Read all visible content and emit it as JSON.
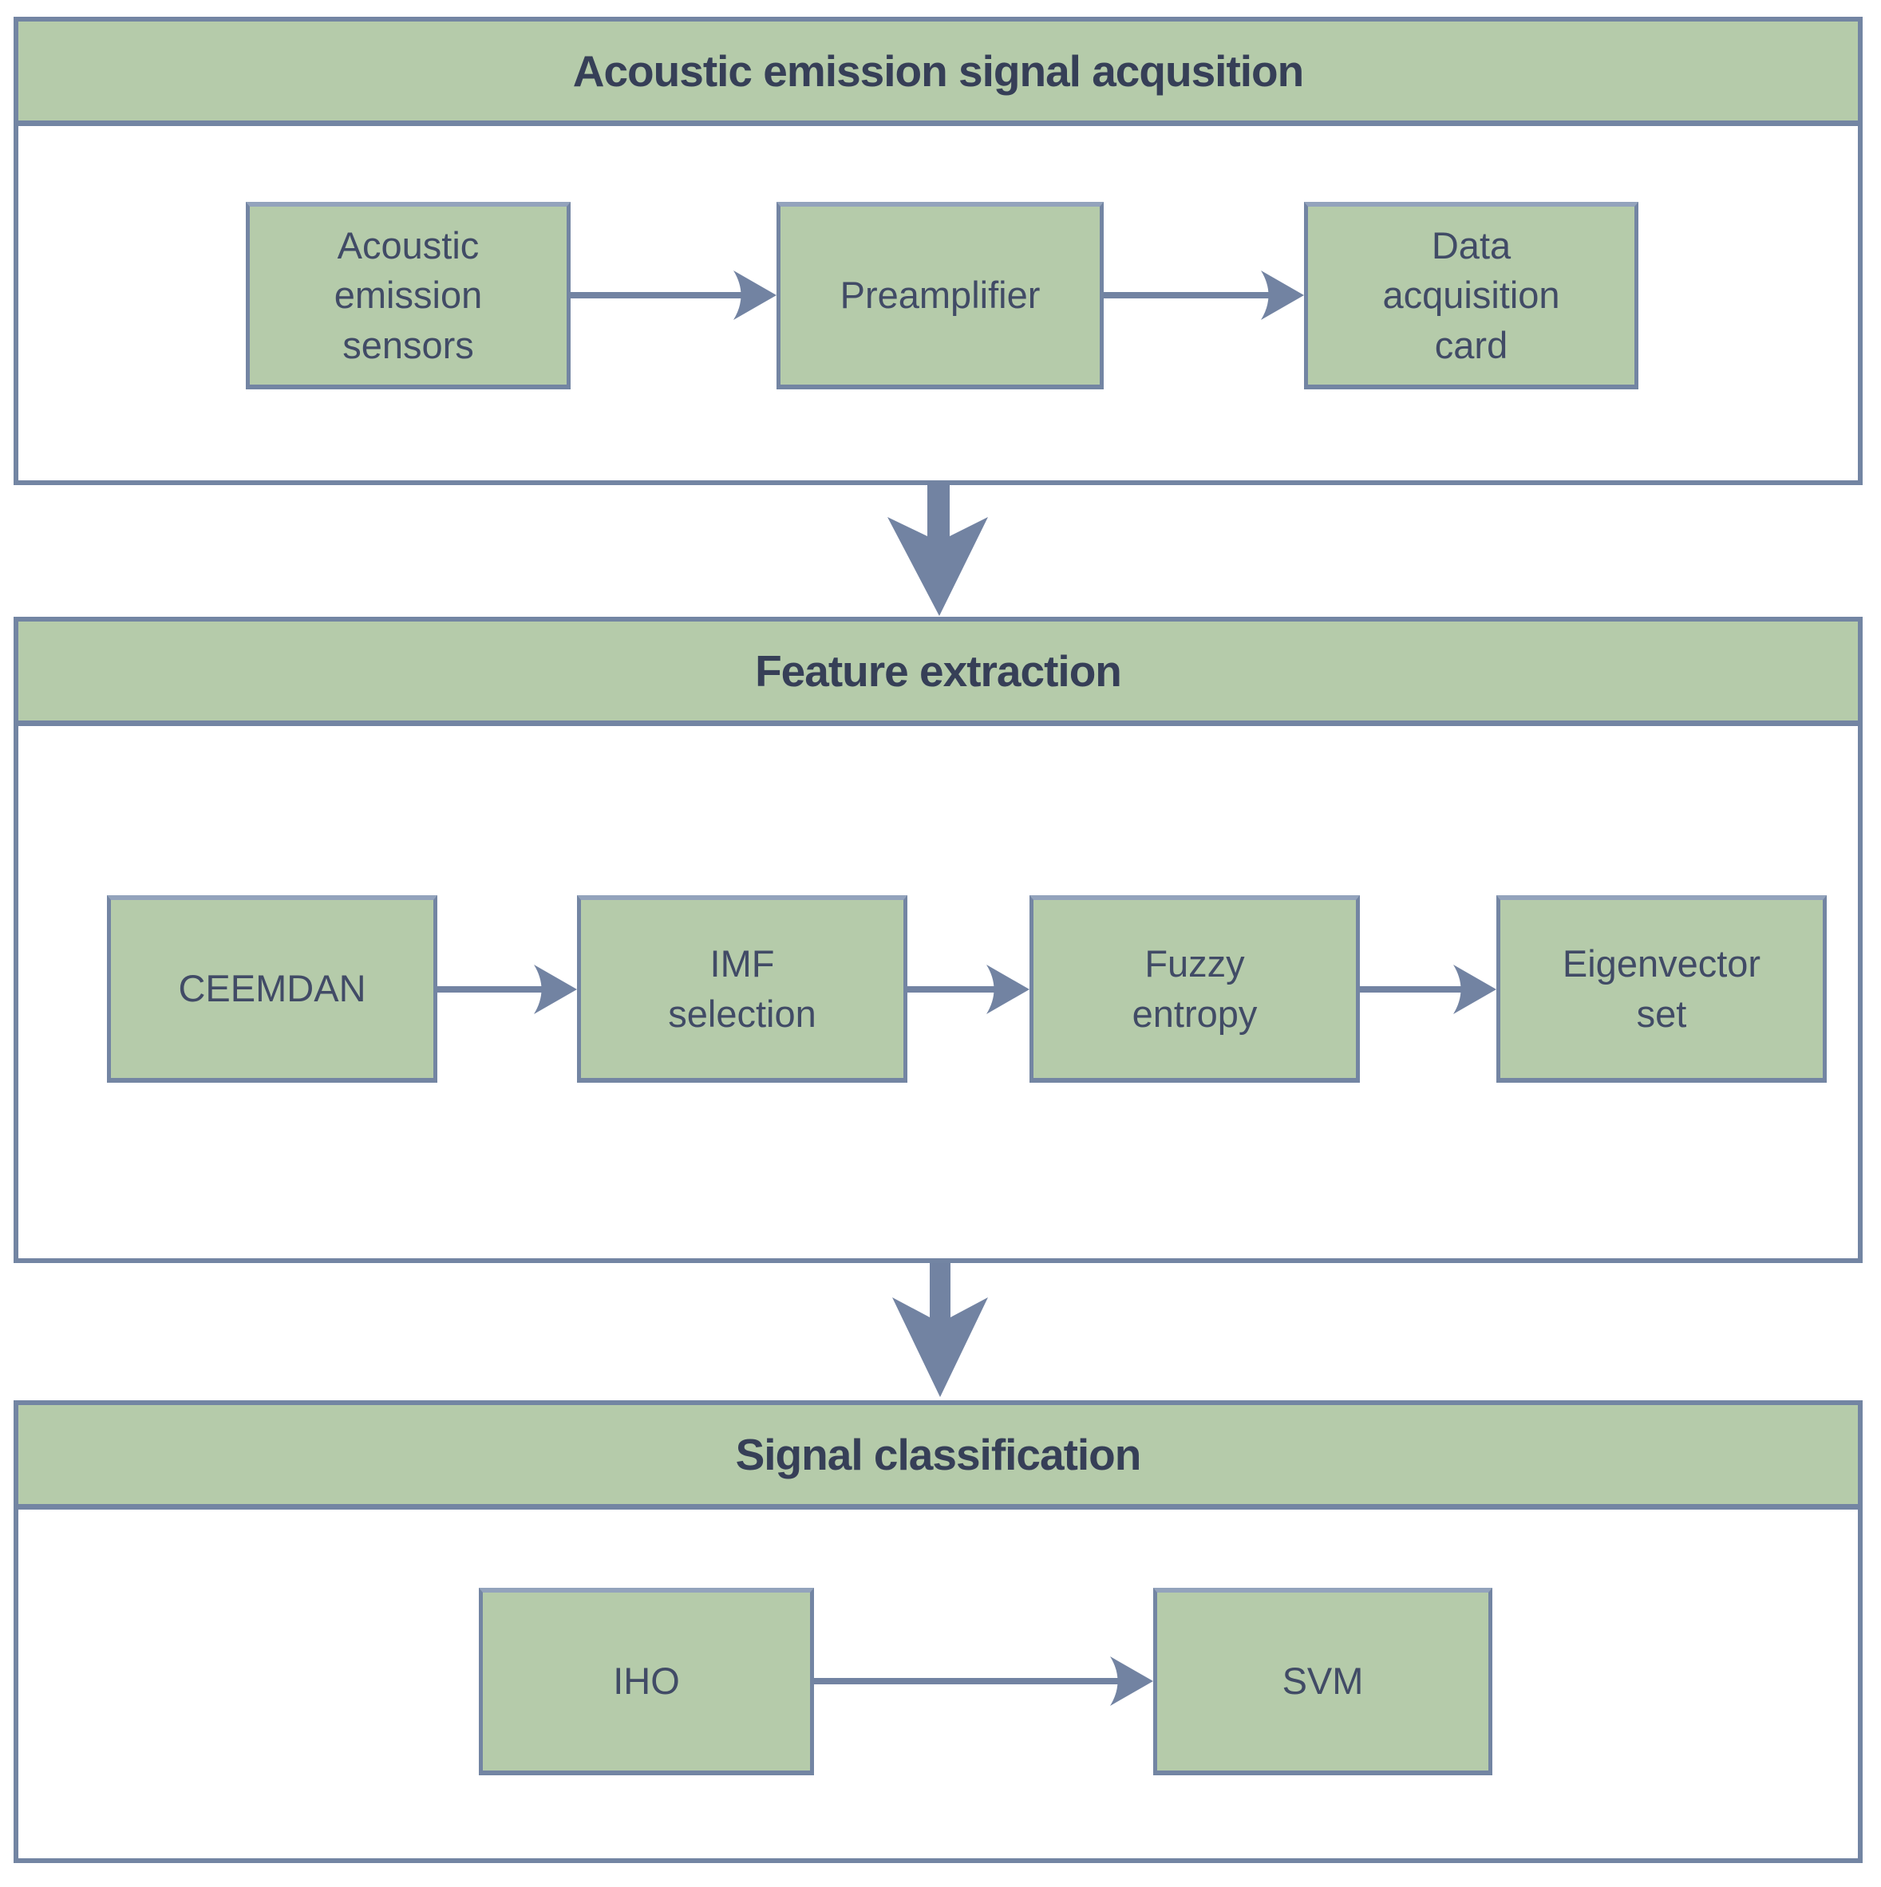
{
  "figure": {
    "type": "flowchart",
    "sections": [
      {
        "title": "Acoustic emission signal acqusition",
        "boxes": [
          {
            "label": "Acoustic\nemission\nsensors"
          },
          {
            "label": "Preamplifier"
          },
          {
            "label": "Data\nacquisition\ncard"
          }
        ]
      },
      {
        "title": "Feature extraction",
        "boxes": [
          {
            "label": "CEEMDAN"
          },
          {
            "label": "IMF\nselection"
          },
          {
            "label": "Fuzzy\nentropy"
          },
          {
            "label": "Eigenvector\nset"
          }
        ]
      },
      {
        "title": "Signal classification",
        "boxes": [
          {
            "label": "IHO"
          },
          {
            "label": "SVM"
          }
        ]
      }
    ],
    "flow": [
      "Acoustic emission sensors -> Preamplifier",
      "Preamplifier -> Data acquisition card",
      "Acoustic emission signal acqusition -> Feature extraction",
      "CEEMDAN -> IMF selection",
      "IMF selection -> Fuzzy entropy",
      "Fuzzy entropy -> Eigenvector set",
      "Feature extraction -> Signal classification",
      "IHO -> SVM"
    ],
    "colors": {
      "box_fill": "#b5cbaa",
      "box_border": "#7385a3",
      "arrow": "#7283a2",
      "title_text": "#363f57",
      "box_text": "#414b66",
      "background": "#ffffff"
    }
  }
}
